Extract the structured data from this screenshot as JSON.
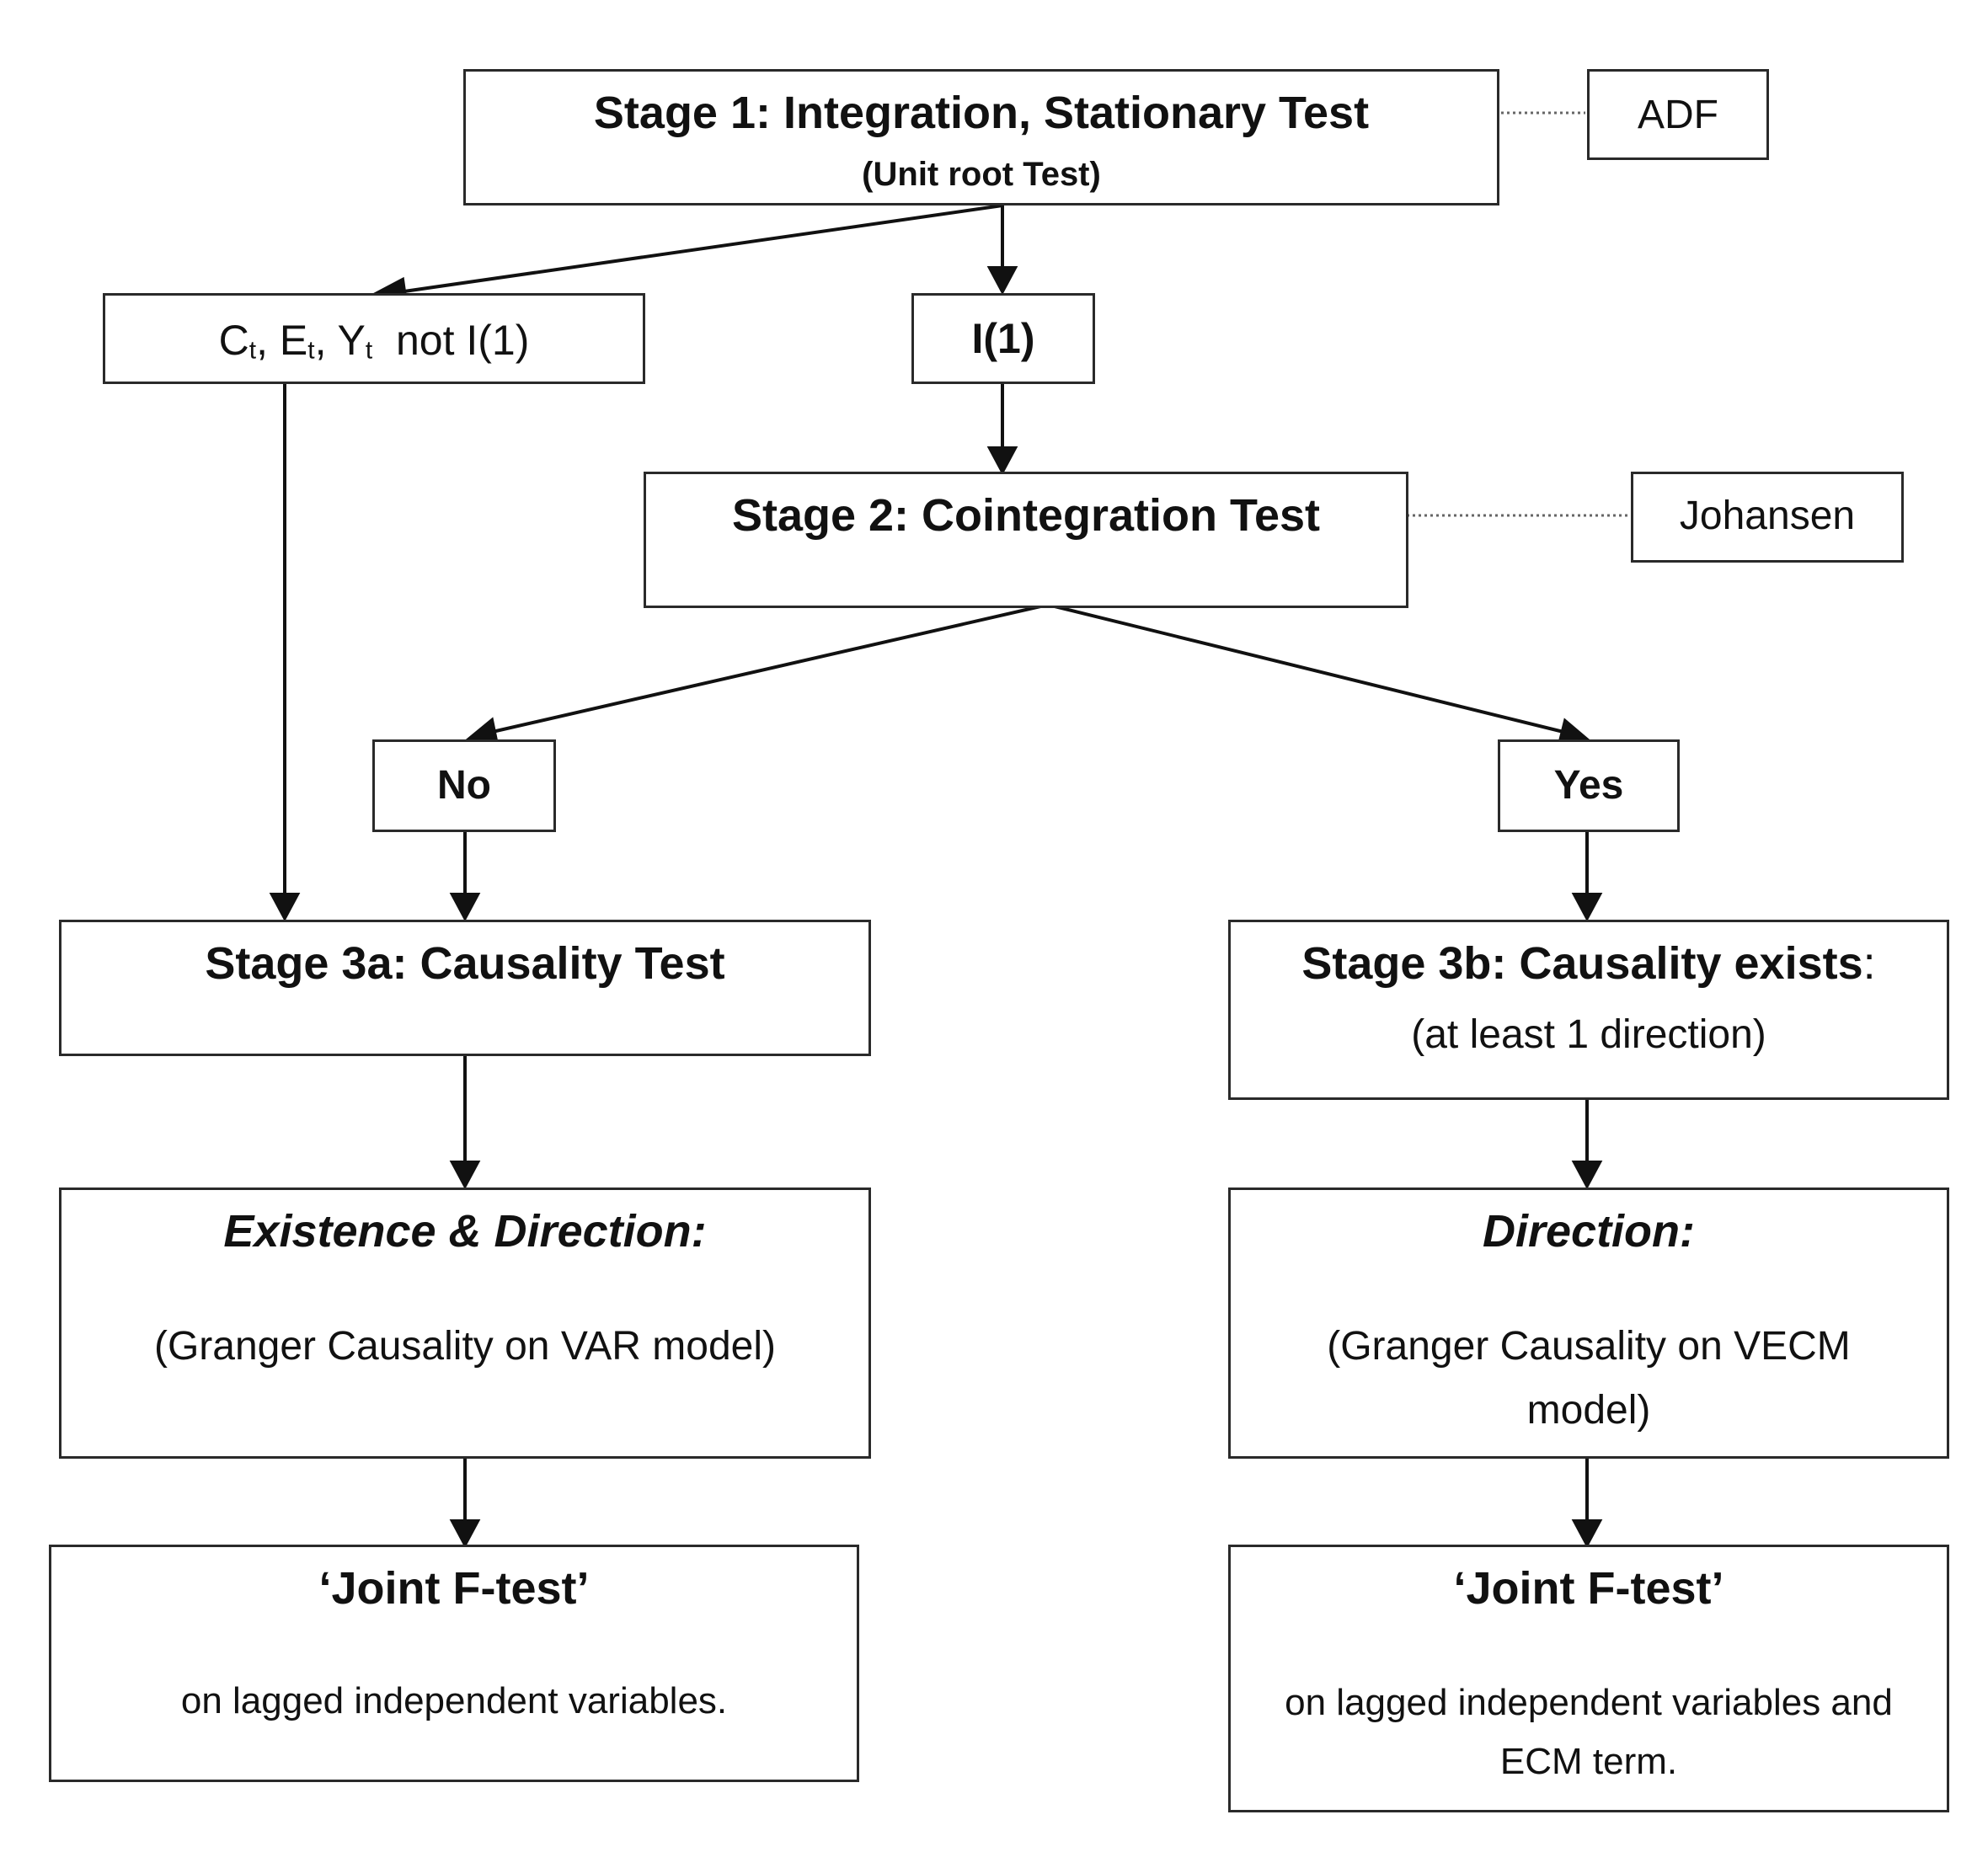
{
  "stage1": {
    "title": "Stage 1: Integration, Stationary Test",
    "subtitle": "(Unit root Test)"
  },
  "adf": {
    "label": "ADF"
  },
  "not_i1": {
    "c": "C",
    "e": "E",
    "y": "Y",
    "sub": "t",
    "sep": ",",
    "suffix": "not I(1)"
  },
  "i1": {
    "label": "I(1)"
  },
  "stage2": {
    "title": "Stage 2: Cointegration Test"
  },
  "johansen": {
    "label": "Johansen"
  },
  "no": {
    "label": "No"
  },
  "yes": {
    "label": "Yes"
  },
  "stage3a": {
    "title": "Stage 3a: Causality Test"
  },
  "stage3b": {
    "title": "Stage 3b: Causality exists",
    "colon": ":",
    "subtitle": "(at least 1 direction)"
  },
  "left_dir": {
    "title": "Existence & Direction:",
    "body": "(Granger Causality on VAR model)"
  },
  "right_dir": {
    "title": "Direction:",
    "body_line1": "(Granger Causality on VECM",
    "body_line2": "model)"
  },
  "left_ftest": {
    "title": "‘Joint F-test’",
    "body": "on lagged independent variables."
  },
  "right_ftest": {
    "title": "‘Joint F-test’",
    "body_line1": "on lagged independent variables and",
    "body_line2": "ECM term."
  }
}
